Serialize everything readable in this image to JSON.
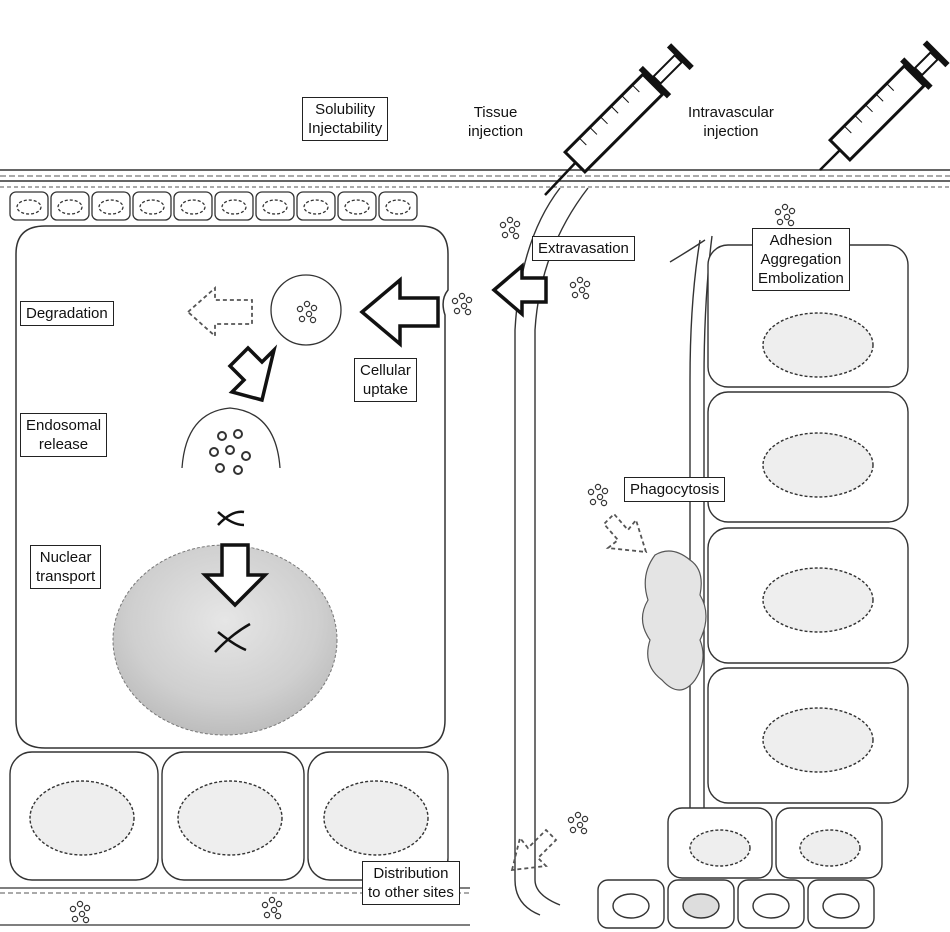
{
  "labels": {
    "solubility": [
      "Solubility",
      "Injectability"
    ],
    "tissue_injection": [
      "Tissue",
      "injection"
    ],
    "intravascular_injection": [
      "Intravascular",
      "injection"
    ],
    "extravasation": [
      "Extravasation"
    ],
    "adhesion": [
      "Adhesion",
      "Aggregation",
      "Embolization"
    ],
    "degradation": [
      "Degradation"
    ],
    "cellular_uptake": [
      "Cellular",
      "uptake"
    ],
    "endosomal_release": [
      "Endosomal",
      "release"
    ],
    "nuclear_transport": [
      "Nuclear",
      "transport"
    ],
    "phagocytosis": [
      "Phagocytosis"
    ],
    "distribution": [
      "Distribution",
      "to other sites"
    ]
  },
  "icons": [
    "syringe-icon",
    "particle-cluster-icon",
    "dna-icon",
    "arrow-icon",
    "macrophage-icon"
  ],
  "colors": {
    "stroke": "#333333",
    "nucleus_fill": "#cfcfcf",
    "background": "#ffffff"
  }
}
